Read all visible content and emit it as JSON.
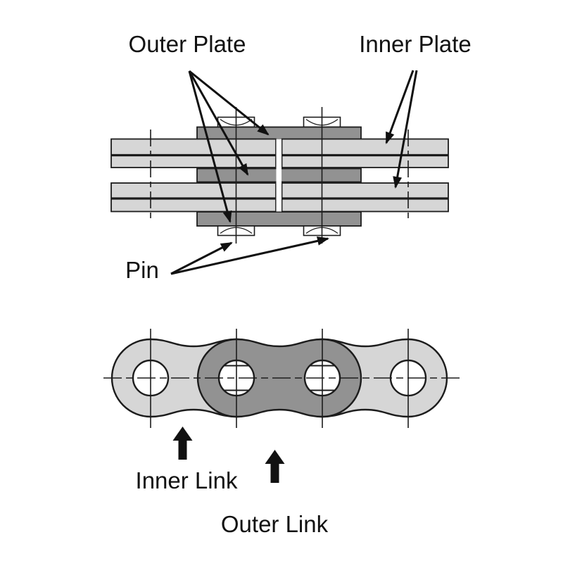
{
  "figure": {
    "description": "Roller chain construction diagram with cross-section (top) and side view (bottom)",
    "top_view": {
      "outer_plate_label": "Outer Plate",
      "inner_plate_label": "Inner Plate",
      "pin_label": "Pin"
    },
    "side_view": {
      "inner_link_label": "Inner Link",
      "outer_link_label": "Outer Link"
    }
  },
  "icons": {
    "leader_arrows": "thin-arrow-icon",
    "link_pointers": "up-arrow-icon"
  },
  "colors": {
    "background": "#ffffff",
    "plate_dark": "#929292",
    "plate_light": "#d6d6d6",
    "outline": "#1c1c1c",
    "annotation": "#111111",
    "hole_fill": "#ffffff"
  }
}
